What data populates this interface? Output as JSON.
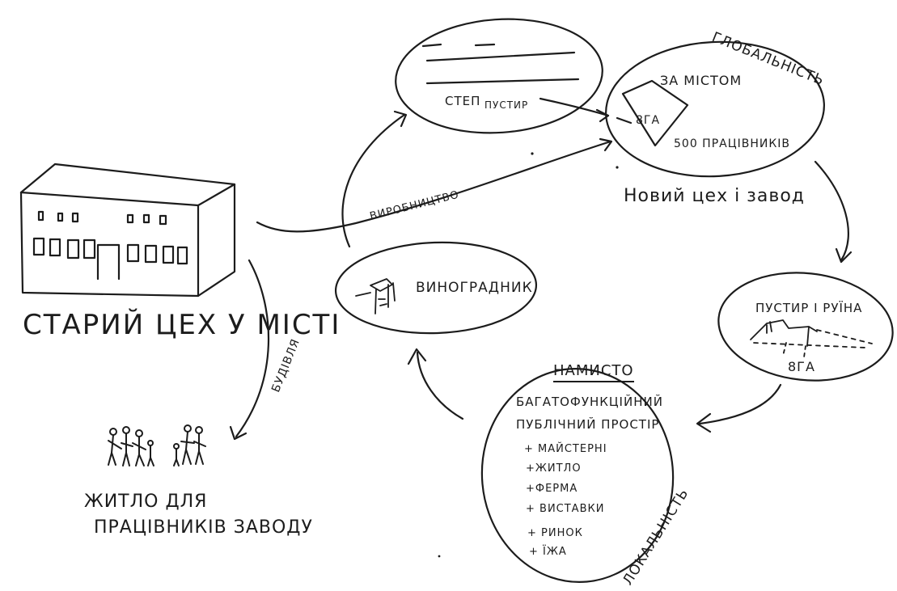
{
  "labels": {
    "old_workshop": "СТАРИЙ ЦЕХ У МІСТІ",
    "housing_line1": "ЖИТЛО ДЛЯ",
    "housing_line2": "ПРАЦІВНИКІВ ЗАВОДУ",
    "construction": "БУДІВЛЯ",
    "production": "ВИРОБНИЦТВО",
    "vineyard": "ВИНОГРАДНИК",
    "steppe": "СТЕП",
    "wasteland": "ПУСТИР",
    "outside_city": "ЗА МІСТОМ",
    "area_8ha": "8ГА",
    "workers_500": "500 ПРАЦІВНИКІВ",
    "new_factory": "Новий цех і завод",
    "globality": "ГЛОБАЛЬНІСТЬ",
    "ruin": "ПУСТИР І РУЇНА",
    "area_8ha_ruin": "8ГА",
    "namysto": "НАМИСТО",
    "public_space_line1": "БАГАТОФУНКЦІЙНИЙ",
    "public_space_line2": "ПУБЛІЧНИЙ ПРОСТІР",
    "locality": "ЛОКАЛЬНІСТЬ"
  },
  "functions": [
    "+ МАЙСТЕРНІ",
    "+ЖИТЛО",
    "+ФЕРМА",
    "+ ВИСТАВКИ",
    "+ РИНОК",
    "+ ЇЖА"
  ],
  "colors": {
    "ink": "#1c1c1c",
    "paper": "#ffffff"
  }
}
